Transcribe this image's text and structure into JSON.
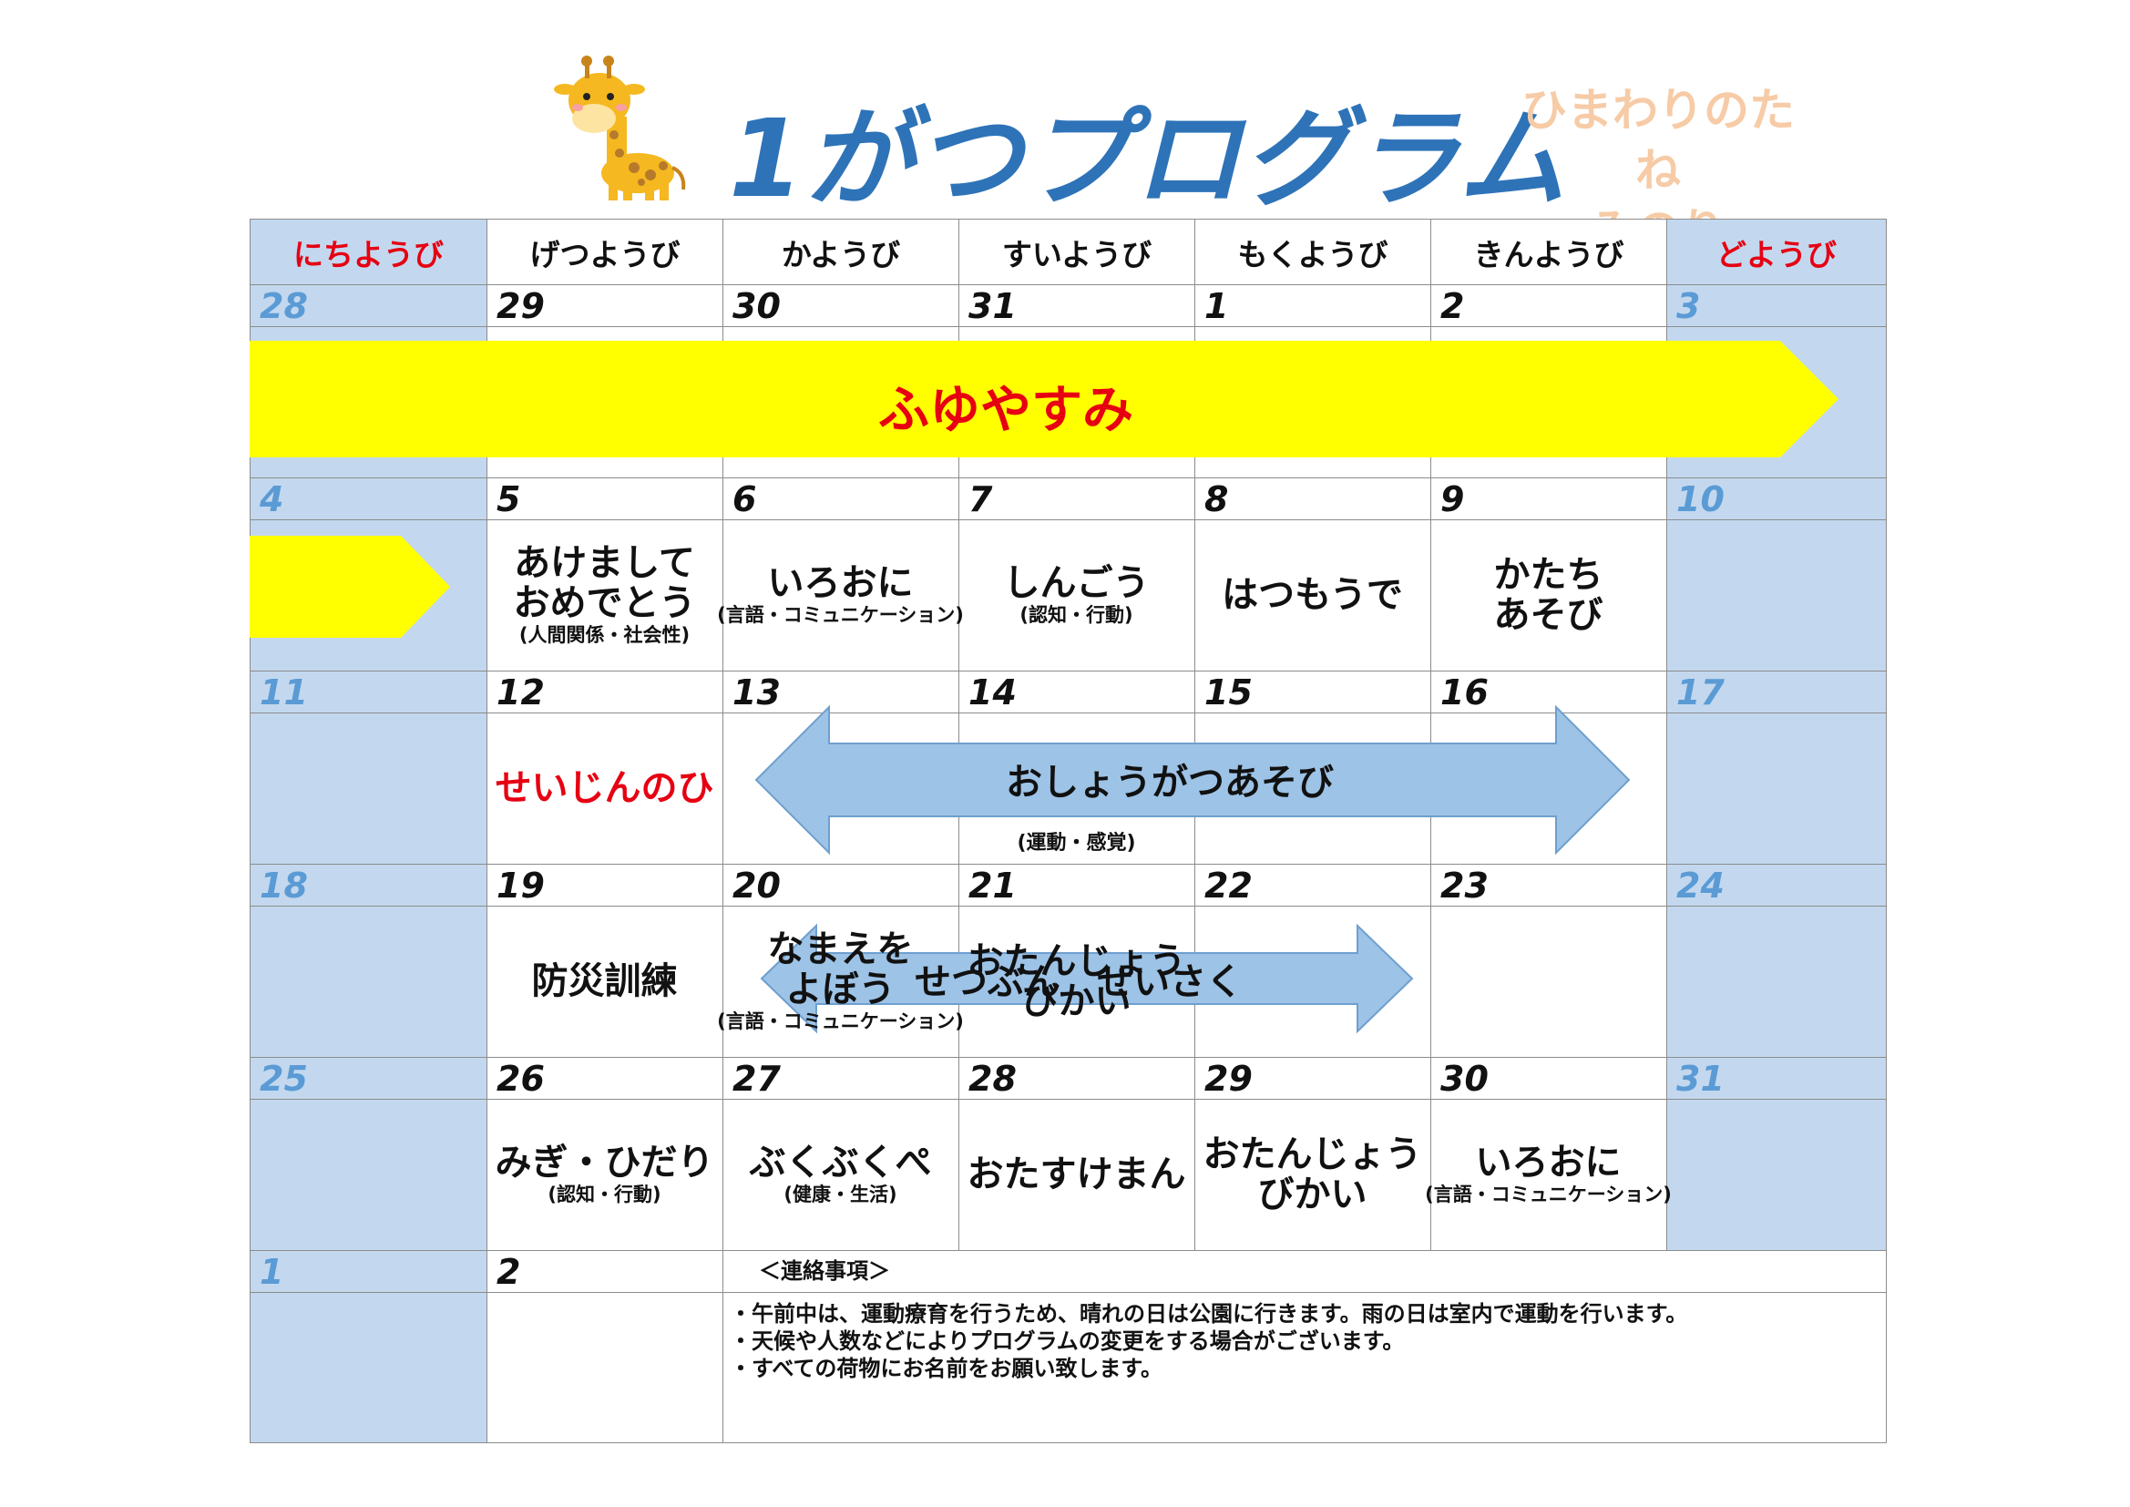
{
  "title": "1がつプログラム",
  "school": {
    "line1": "ひまわりのたね",
    "line2": "みのり"
  },
  "weekdays": [
    "にちようび",
    "げつようび",
    "かようび",
    "すいようび",
    "もくようび",
    "きんようび",
    "どようび"
  ],
  "weeks": [
    {
      "days": [
        "28",
        "29",
        "30",
        "31",
        "1",
        "2",
        "3"
      ]
    },
    {
      "days": [
        "4",
        "5",
        "6",
        "7",
        "8",
        "9",
        "10"
      ]
    },
    {
      "days": [
        "11",
        "12",
        "13",
        "14",
        "15",
        "16",
        "17"
      ]
    },
    {
      "days": [
        "18",
        "19",
        "20",
        "21",
        "22",
        "23",
        "24"
      ]
    },
    {
      "days": [
        "25",
        "26",
        "27",
        "28",
        "29",
        "30",
        "31"
      ]
    },
    {
      "days": [
        "1",
        "2"
      ]
    }
  ],
  "banners": {
    "winter_break": "ふゆやすみ",
    "new_year_play": "おしょうがつあそび",
    "new_year_play_sub": "(運動・感覚)",
    "setsubun": "せつぶん　せいさく"
  },
  "events": {
    "w2_mon": {
      "l1": "あけまして",
      "l2": "おめでとう",
      "sub": "(人間関係・社会性)"
    },
    "w2_tue": {
      "l1": "いろおに",
      "sub": "(言語・コミュニケーション)"
    },
    "w2_wed": {
      "l1": "しんごう",
      "sub": "(認知・行動)"
    },
    "w2_thu": {
      "l1": "はつもうで"
    },
    "w2_fri": {
      "l1": "かたち",
      "l2": "あそび"
    },
    "w3_mon": {
      "l1": "せいじんのひ"
    },
    "w4_mon": {
      "l1": "防災訓練"
    },
    "w4_tue": {
      "l1": "なまえを",
      "l2": "よぼう",
      "sub": "(言語・コミュニケーション)"
    },
    "w4_wed": {
      "l1": "おたんじょう",
      "l2": "びかい"
    },
    "w5_mon": {
      "l1": "みぎ・ひだり",
      "sub": "(認知・行動)"
    },
    "w5_tue": {
      "l1": "ぶくぶくぺ",
      "sub": "(健康・生活)"
    },
    "w5_wed": {
      "l1": "おたすけまん"
    },
    "w5_thu": {
      "l1": "おたんじょう",
      "l2": "びかい"
    },
    "w5_fri": {
      "l1": "いろおに",
      "sub": "(言語・コミュニケーション)"
    }
  },
  "notes": {
    "heading": "＜連絡事項＞",
    "lines": [
      "・午前中は、運動療育を行うため、晴れの日は公園に行きます。雨の日は室内で運動を行います。",
      "・天候や人数などによりプログラムの変更をする場合がございます。",
      "・すべての荷物にお名前をお願い致します。"
    ]
  },
  "colors": {
    "title": "#2e73b8",
    "school": "#f6cba6",
    "weekend_cell": "#c3d8ee",
    "grid_line": "#8c8c8c",
    "holiday_red": "#e60012",
    "yellow_arrow": "#ffff00",
    "blue_arrow": "#9dc3e6"
  }
}
